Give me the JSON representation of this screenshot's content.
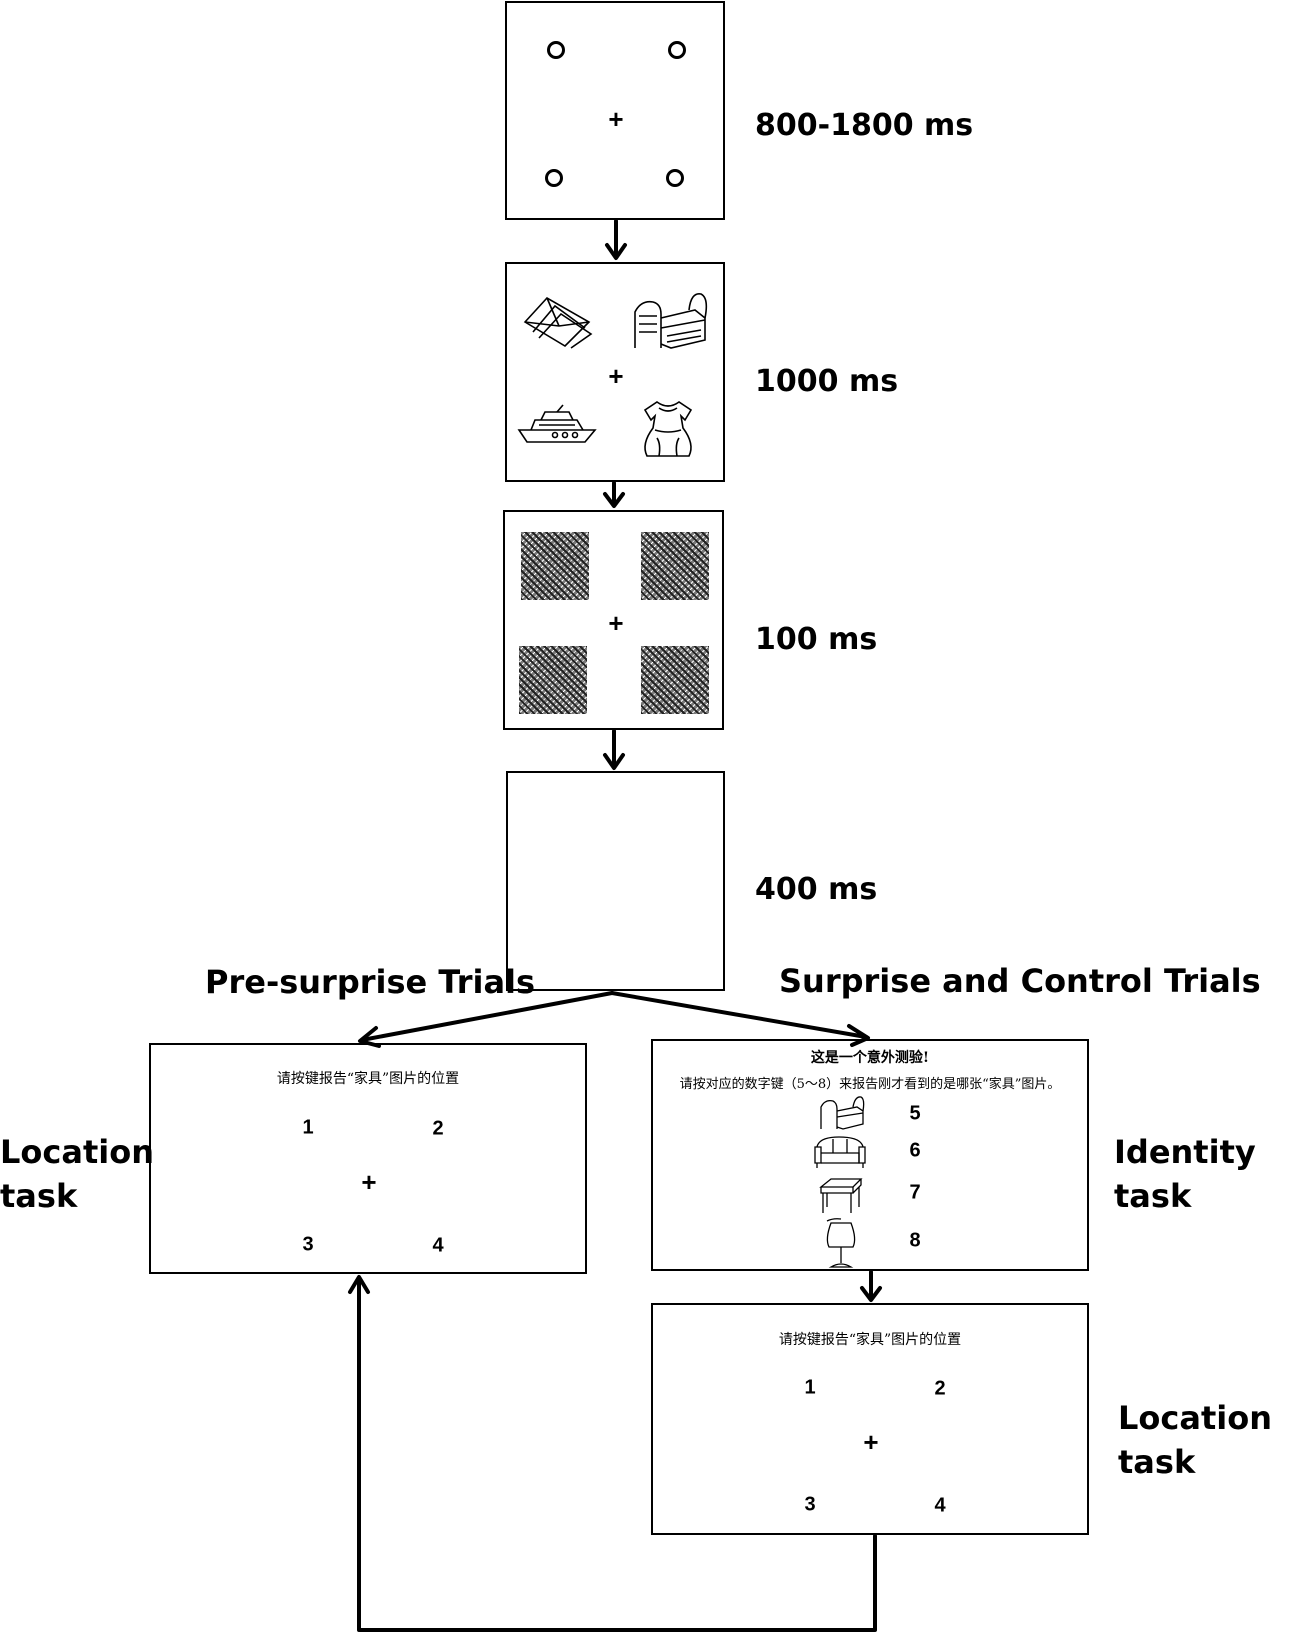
{
  "timings": {
    "fixation": "800-1800 ms",
    "encoding": "1000 ms",
    "mask": "100 ms",
    "blank": "400 ms"
  },
  "branches": {
    "left": "Pre-surprise Trials",
    "right": "Surprise and Control Trials"
  },
  "fixation_symbol": "+",
  "location_task_left": {
    "label_line1": "Location",
    "label_line2": "task",
    "prompt": "请按键报告“家具”图片的位置",
    "positions": [
      "1",
      "2",
      "3",
      "4"
    ]
  },
  "identity_task": {
    "label_line1": "Identity",
    "label_line2": "task",
    "prompt_line1": "这是一个意外测验!",
    "prompt_line2": "请按对应的数字键（5～8）来报告刚才看到的是哪张“家具”图片。",
    "options": [
      "5",
      "6",
      "7",
      "8"
    ],
    "option_icons": [
      "bed-icon",
      "sofa-icon",
      "table-icon",
      "lamp-icon"
    ]
  },
  "location_task_right": {
    "label_line1": "Location",
    "label_line2": "task",
    "prompt": "请按键报告“家具”图片的位置",
    "positions": [
      "1",
      "2",
      "3",
      "4"
    ]
  },
  "encoding_icons": [
    "envelope-icon",
    "bed-icon",
    "boat-icon",
    "dress-icon"
  ]
}
